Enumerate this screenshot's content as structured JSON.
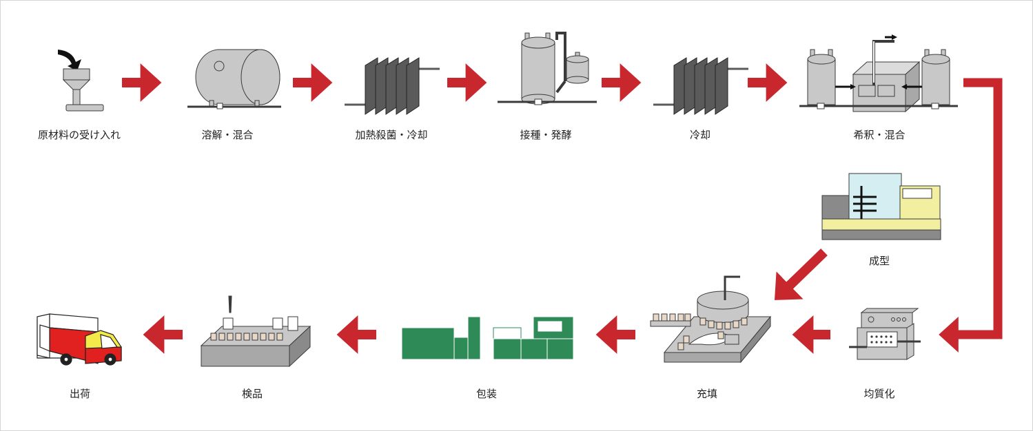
{
  "diagram": {
    "title": "",
    "colors": {
      "arrow": "#c8282d",
      "machine_gray": "#c8c8c8",
      "dark_panel": "#5a5a5a",
      "stroke": "#3a3a3a",
      "green": "#2e8b57",
      "pale_yellow": "#f2efa0",
      "light_blue": "#d4eef2",
      "truck_red": "#e0211f",
      "truck_yellow": "#f4e94a"
    },
    "steps": [
      {
        "id": "receiving",
        "label": "原材料の受け入れ",
        "icon": "funnel-hopper-icon"
      },
      {
        "id": "dissolve",
        "label": "溶解・混合",
        "icon": "horizontal-tank-icon"
      },
      {
        "id": "sterilize",
        "label": "加熱殺菌・冷却",
        "icon": "plate-heat-exchanger-icon"
      },
      {
        "id": "ferment",
        "label": "接種・発酵",
        "icon": "fermentation-tank-icon"
      },
      {
        "id": "cool",
        "label": "冷却",
        "icon": "plate-cooler-icon"
      },
      {
        "id": "dilute",
        "label": "希釈・混合",
        "icon": "mixing-unit-icon"
      },
      {
        "id": "homogenize",
        "label": "均質化",
        "icon": "homogenizer-icon"
      },
      {
        "id": "mold",
        "label": "成型",
        "icon": "molding-machine-icon"
      },
      {
        "id": "fill",
        "label": "充填",
        "icon": "rotary-filler-icon"
      },
      {
        "id": "pack",
        "label": "包装",
        "icon": "packaging-line-icon"
      },
      {
        "id": "inspect",
        "label": "検品",
        "icon": "inspection-table-icon"
      },
      {
        "id": "ship",
        "label": "出荷",
        "icon": "delivery-truck-icon"
      }
    ],
    "flow": [
      [
        "receiving",
        "dissolve"
      ],
      [
        "dissolve",
        "sterilize"
      ],
      [
        "sterilize",
        "ferment"
      ],
      [
        "ferment",
        "cool"
      ],
      [
        "cool",
        "dilute"
      ],
      [
        "dilute",
        "homogenize"
      ],
      [
        "homogenize",
        "fill"
      ],
      [
        "mold",
        "fill"
      ],
      [
        "fill",
        "pack"
      ],
      [
        "pack",
        "inspect"
      ],
      [
        "inspect",
        "ship"
      ]
    ]
  }
}
